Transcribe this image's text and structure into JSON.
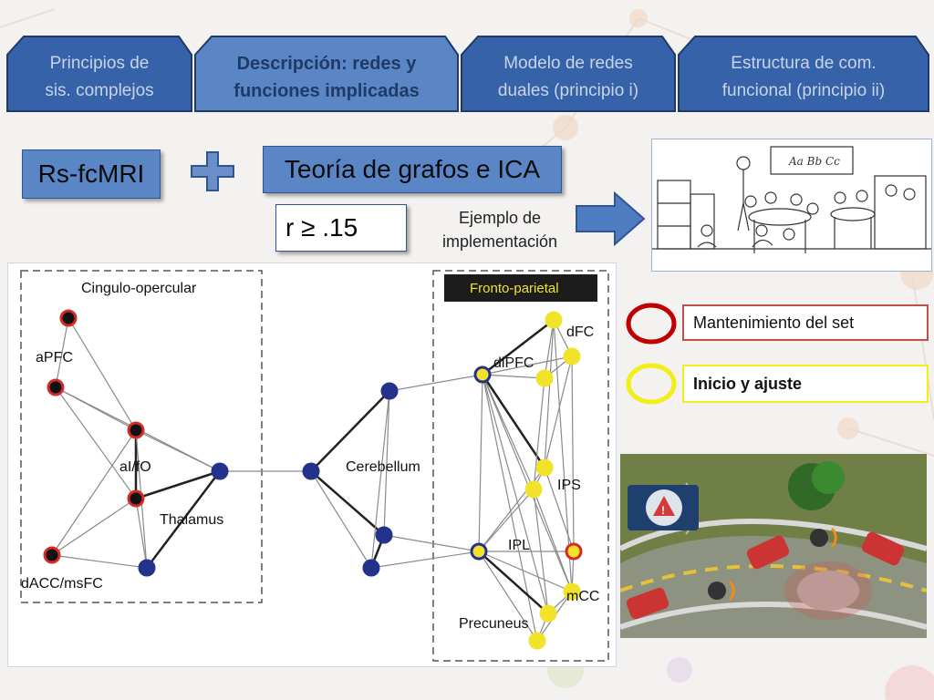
{
  "tabs": [
    {
      "label_line1": "Principios de",
      "label_line2": "sis. complejos",
      "active": false
    },
    {
      "label_line1": "Descripción: redes y",
      "label_line2": "funciones implicadas",
      "active": true
    },
    {
      "label_line1": "Modelo de redes",
      "label_line2": "duales (principio i)",
      "active": false
    },
    {
      "label_line1": "Estructura de com.",
      "label_line2": "funcional (principio ii)",
      "active": false
    }
  ],
  "methods": {
    "rs_fcmri": "Rs-fcMRI",
    "graph_theory": "Teoría de grafos e ICA",
    "threshold": "r ≥ .15"
  },
  "example_caption": {
    "line1": "Ejemplo de",
    "line2": "implementación"
  },
  "network": {
    "cingulo_title": "Cingulo-opercular",
    "fronto_title": "Fronto-parietal",
    "labels": {
      "apfc": "aPFC",
      "aifo": "aI/fO",
      "thalamus": "Thalamus",
      "dacc": "dACC/msFC",
      "cerebellum": "Cerebellum",
      "dfc": "dFC",
      "dlpfc": "dlPFC",
      "ips": "IPS",
      "ipl": "IPL",
      "mcc": "mCC",
      "precuneus": "Precuneus"
    }
  },
  "legend": {
    "red_label": "Mantenimiento del set",
    "yellow_label": "Inicio y ajuste",
    "red_color": "#c00000",
    "yellow_color": "#f2ee18"
  },
  "classroom_board_text": "Aa Bb Cc",
  "colors": {
    "accent_blue": "#5b86c6",
    "tab_blue": "#3562a8",
    "tab_active": "#5b86c6",
    "node_blue": "#23338c",
    "node_red": "#d42a2a",
    "node_yellow": "#f1e32a"
  }
}
